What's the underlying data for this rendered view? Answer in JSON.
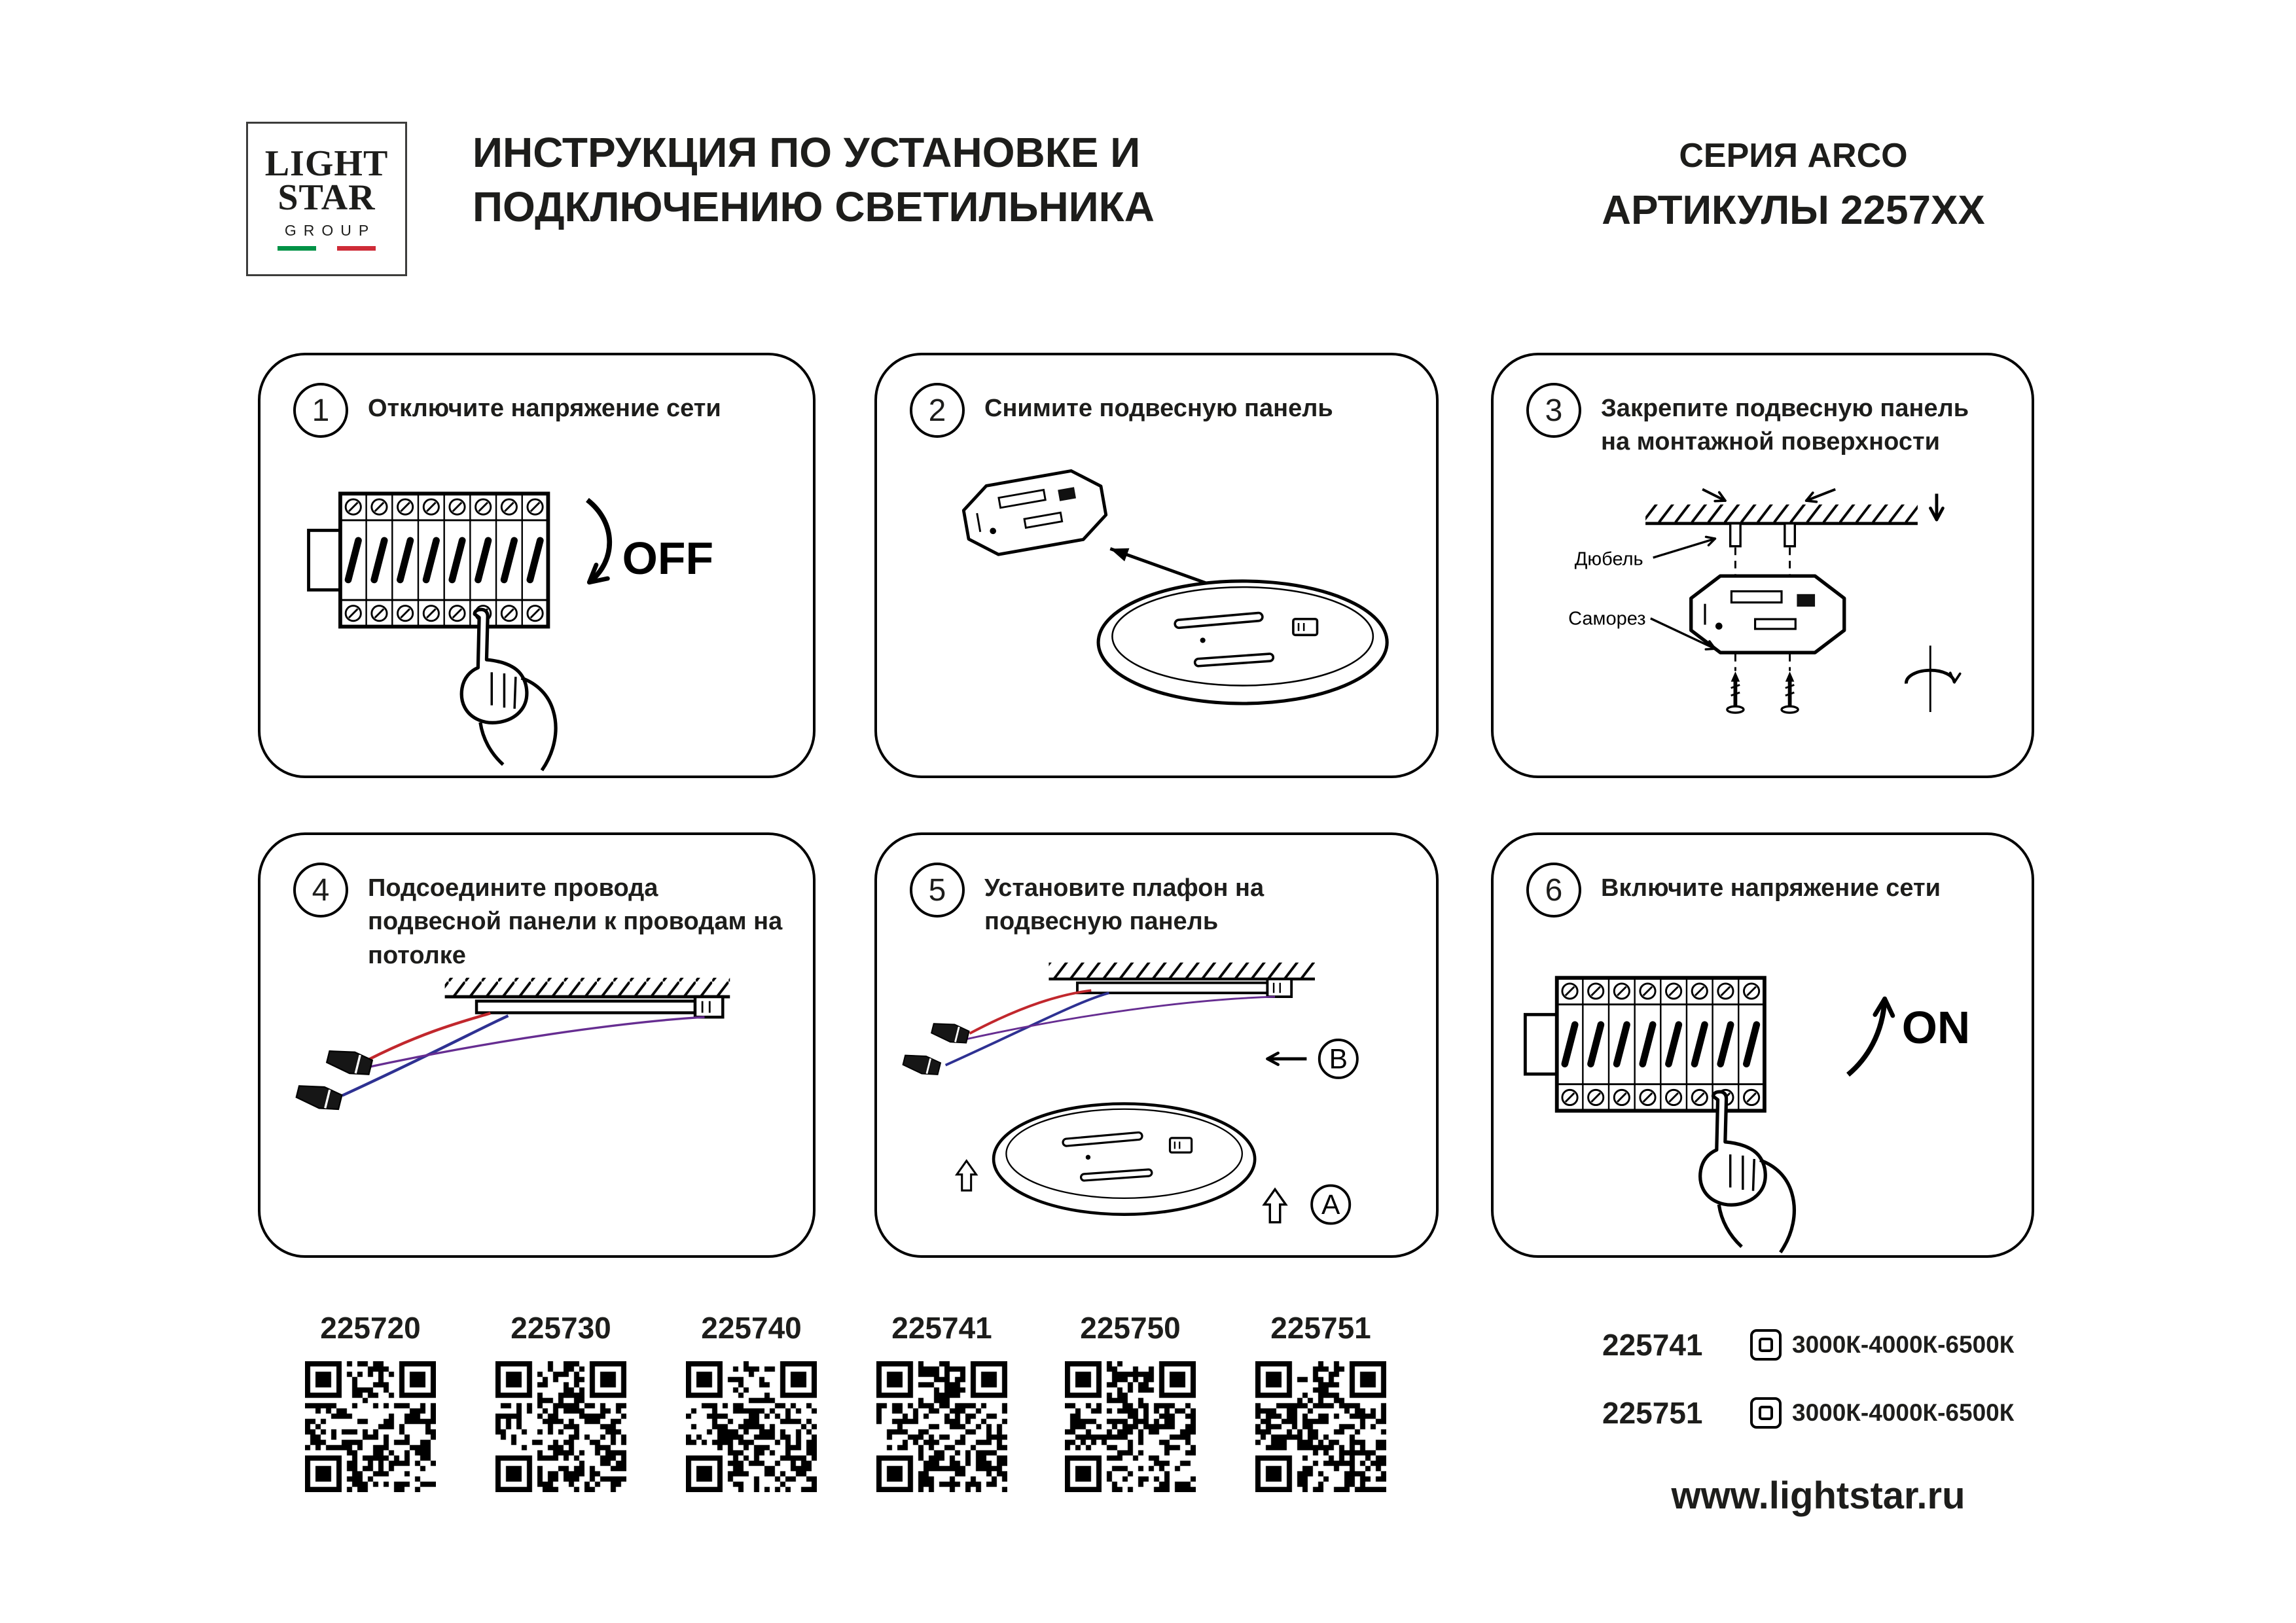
{
  "logo": {
    "line1": "LIGHT",
    "line2": "STAR",
    "group": "GROUP"
  },
  "header": {
    "title_line1": "ИНСТРУКЦИЯ ПО УСТАНОВКЕ И",
    "title_line2": "ПОДКЛЮЧЕНИЮ СВЕТИЛЬНИКА",
    "series": "СЕРИЯ ARCO",
    "articles": "АРТИКУЛЫ 2257XX"
  },
  "steps": [
    {
      "number": "1",
      "text": "Отключите напряжение сети",
      "switch_label": "OFF"
    },
    {
      "number": "2",
      "text": "Снимите подвесную панель"
    },
    {
      "number": "3",
      "text": "Закрепите подвесную панель на монтажной поверхности",
      "label_dowel": "Дюбель",
      "label_screw": "Саморез"
    },
    {
      "number": "4",
      "text": "Подсоедините провода подвесной панели к проводам на потолке"
    },
    {
      "number": "5",
      "text": "Установите плафон на подвесную панель",
      "label_b": "B",
      "label_a": "A"
    },
    {
      "number": "6",
      "text": "Включите напряжение сети",
      "switch_label": "ON"
    }
  ],
  "qr_codes": [
    "225720",
    "225730",
    "225740",
    "225741",
    "225750",
    "225751"
  ],
  "variants": [
    {
      "code": "225741",
      "temperature": "3000К-4000К-6500К"
    },
    {
      "code": "225751",
      "temperature": "3000К-4000К-6500К"
    }
  ],
  "website": "www.lightstar.ru",
  "colors": {
    "wire_red": "#c1272d",
    "wire_blue": "#2e3192",
    "wire_violet": "#662d91",
    "flag_green": "#009246",
    "flag_red": "#ce2b37"
  }
}
